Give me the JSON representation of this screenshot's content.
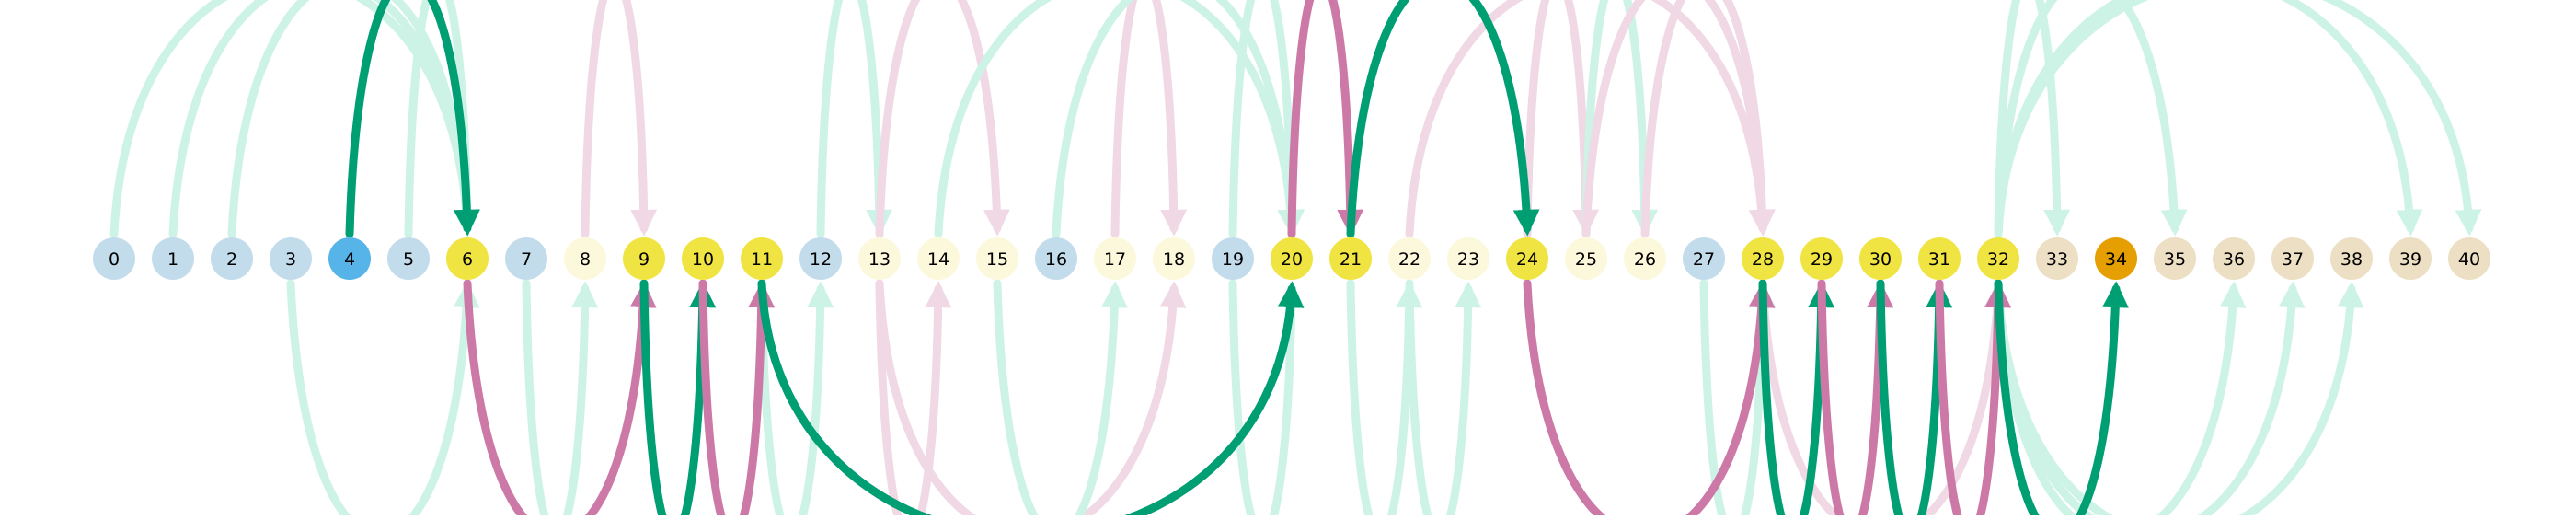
{
  "colors": {
    "background": "#ffffff",
    "node_blue": "#c3dcec",
    "node_blue_active": "#56b4e9",
    "node_yellow": "#f0e442",
    "node_cream": "#fcf8dc",
    "node_tan": "#ecdfc3",
    "node_orange": "#e69f00",
    "arc_green_strong": "#009e73",
    "arc_green_faint": "#cdf3e6",
    "arc_pink_strong": "#cc79a7",
    "arc_pink_faint": "#f0d8e5",
    "label_text": "#000000"
  },
  "nodes": [
    {
      "label": "0",
      "group": "blue"
    },
    {
      "label": "1",
      "group": "blue"
    },
    {
      "label": "2",
      "group": "blue"
    },
    {
      "label": "3",
      "group": "blue"
    },
    {
      "label": "4",
      "group": "blue_active"
    },
    {
      "label": "5",
      "group": "blue"
    },
    {
      "label": "6",
      "group": "yellow"
    },
    {
      "label": "7",
      "group": "blue"
    },
    {
      "label": "8",
      "group": "cream"
    },
    {
      "label": "9",
      "group": "yellow"
    },
    {
      "label": "10",
      "group": "yellow"
    },
    {
      "label": "11",
      "group": "yellow"
    },
    {
      "label": "12",
      "group": "blue"
    },
    {
      "label": "13",
      "group": "cream"
    },
    {
      "label": "14",
      "group": "cream"
    },
    {
      "label": "15",
      "group": "cream"
    },
    {
      "label": "16",
      "group": "blue"
    },
    {
      "label": "17",
      "group": "cream"
    },
    {
      "label": "18",
      "group": "cream"
    },
    {
      "label": "19",
      "group": "blue"
    },
    {
      "label": "20",
      "group": "yellow"
    },
    {
      "label": "21",
      "group": "yellow"
    },
    {
      "label": "22",
      "group": "cream"
    },
    {
      "label": "23",
      "group": "cream"
    },
    {
      "label": "24",
      "group": "yellow"
    },
    {
      "label": "25",
      "group": "cream"
    },
    {
      "label": "26",
      "group": "cream"
    },
    {
      "label": "27",
      "group": "blue"
    },
    {
      "label": "28",
      "group": "yellow"
    },
    {
      "label": "29",
      "group": "yellow"
    },
    {
      "label": "30",
      "group": "yellow"
    },
    {
      "label": "31",
      "group": "yellow"
    },
    {
      "label": "32",
      "group": "yellow"
    },
    {
      "label": "33",
      "group": "tan"
    },
    {
      "label": "34",
      "group": "orange"
    },
    {
      "label": "35",
      "group": "tan"
    },
    {
      "label": "36",
      "group": "tan"
    },
    {
      "label": "37",
      "group": "tan"
    },
    {
      "label": "38",
      "group": "tan"
    },
    {
      "label": "39",
      "group": "tan"
    },
    {
      "label": "40",
      "group": "tan"
    }
  ],
  "edges": [
    {
      "from": 0,
      "to": 6,
      "side": "top",
      "style": "green_faint"
    },
    {
      "from": 1,
      "to": 6,
      "side": "top",
      "style": "green_faint"
    },
    {
      "from": 2,
      "to": 6,
      "side": "top",
      "style": "green_faint"
    },
    {
      "from": 5,
      "to": 6,
      "side": "top",
      "style": "green_faint"
    },
    {
      "from": 3,
      "to": 6,
      "side": "bottom",
      "style": "green_faint"
    },
    {
      "from": 4,
      "to": 6,
      "side": "top",
      "style": "green_strong"
    },
    {
      "from": 8,
      "to": 9,
      "side": "top",
      "style": "pink_faint"
    },
    {
      "from": 6,
      "to": 9,
      "side": "bottom",
      "style": "pink_strong"
    },
    {
      "from": 7,
      "to": 8,
      "side": "bottom",
      "style": "green_faint"
    },
    {
      "from": 9,
      "to": 10,
      "side": "bottom",
      "style": "green_strong"
    },
    {
      "from": 10,
      "to": 11,
      "side": "bottom",
      "style": "pink_strong"
    },
    {
      "from": 11,
      "to": 20,
      "side": "bottom",
      "style": "green_strong"
    },
    {
      "from": 12,
      "to": 13,
      "side": "top",
      "style": "green_faint"
    },
    {
      "from": 11,
      "to": 12,
      "side": "bottom",
      "style": "green_faint"
    },
    {
      "from": 13,
      "to": 15,
      "side": "top",
      "style": "pink_faint"
    },
    {
      "from": 13,
      "to": 14,
      "side": "bottom",
      "style": "pink_faint"
    },
    {
      "from": 14,
      "to": 20,
      "side": "top",
      "style": "green_faint"
    },
    {
      "from": 13,
      "to": 18,
      "side": "bottom",
      "style": "pink_faint"
    },
    {
      "from": 15,
      "to": 17,
      "side": "bottom",
      "style": "green_faint"
    },
    {
      "from": 17,
      "to": 18,
      "side": "top",
      "style": "pink_faint"
    },
    {
      "from": 16,
      "to": 20,
      "side": "top",
      "style": "green_faint"
    },
    {
      "from": 19,
      "to": 20,
      "side": "top",
      "style": "green_faint"
    },
    {
      "from": 19,
      "to": 20,
      "side": "bottom",
      "style": "green_faint"
    },
    {
      "from": 20,
      "to": 21,
      "side": "top",
      "style": "pink_strong"
    },
    {
      "from": 21,
      "to": 24,
      "side": "top",
      "style": "green_strong"
    },
    {
      "from": 21,
      "to": 22,
      "side": "bottom",
      "style": "green_faint"
    },
    {
      "from": 22,
      "to": 23,
      "side": "bottom",
      "style": "green_faint"
    },
    {
      "from": 22,
      "to": 28,
      "side": "top",
      "style": "pink_faint"
    },
    {
      "from": 24,
      "to": 25,
      "side": "top",
      "style": "pink_faint"
    },
    {
      "from": 25,
      "to": 26,
      "side": "top",
      "style": "green_faint"
    },
    {
      "from": 26,
      "to": 28,
      "side": "top",
      "style": "pink_faint"
    },
    {
      "from": 25,
      "to": 28,
      "side": "top",
      "style": "pink_faint"
    },
    {
      "from": 24,
      "to": 28,
      "side": "bottom",
      "style": "pink_strong"
    },
    {
      "from": 27,
      "to": 28,
      "side": "bottom",
      "style": "green_faint"
    },
    {
      "from": 28,
      "to": 29,
      "side": "bottom",
      "style": "green_strong"
    },
    {
      "from": 29,
      "to": 30,
      "side": "bottom",
      "style": "pink_strong"
    },
    {
      "from": 30,
      "to": 31,
      "side": "bottom",
      "style": "green_strong"
    },
    {
      "from": 31,
      "to": 32,
      "side": "bottom",
      "style": "pink_strong"
    },
    {
      "from": 28,
      "to": 32,
      "side": "bottom",
      "style": "pink_faint"
    },
    {
      "from": 32,
      "to": 34,
      "side": "bottom",
      "style": "green_strong"
    },
    {
      "from": 32,
      "to": 33,
      "side": "top",
      "style": "green_faint"
    },
    {
      "from": 32,
      "to": 35,
      "side": "top",
      "style": "green_faint"
    },
    {
      "from": 32,
      "to": 39,
      "side": "top",
      "style": "green_faint"
    },
    {
      "from": 32,
      "to": 40,
      "side": "top",
      "style": "green_faint"
    },
    {
      "from": 32,
      "to": 36,
      "side": "bottom",
      "style": "green_faint"
    },
    {
      "from": 32,
      "to": 37,
      "side": "bottom",
      "style": "green_faint"
    },
    {
      "from": 32,
      "to": 38,
      "side": "bottom",
      "style": "green_faint"
    }
  ]
}
